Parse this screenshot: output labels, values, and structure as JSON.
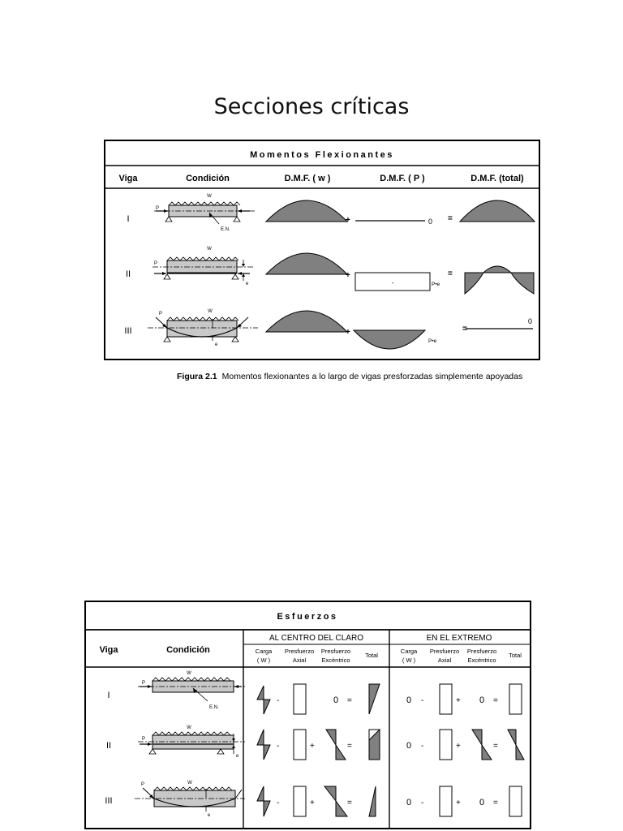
{
  "page": {
    "title": "Secciones críticas"
  },
  "figure1": {
    "title": "Momentos Flexionantes",
    "headers": {
      "viga": "Viga",
      "condicion": "Condición",
      "dmf_w": "D.M.F. ( w )",
      "dmf_p": "D.M.F. ( P )",
      "dmf_total": "D.M.F. (total)"
    },
    "rows": [
      {
        "label": "I",
        "load": "W",
        "force": "P",
        "axis": "E.N.",
        "op_plus": "+",
        "op_eq": "=",
        "p_value": "0",
        "total_value": ""
      },
      {
        "label": "II",
        "load": "W",
        "force": "P",
        "axis": "e",
        "op_plus": "+",
        "op_eq": "=",
        "p_value": "P•e",
        "p_center": "-",
        "total_value": ""
      },
      {
        "label": "III",
        "load": "W",
        "force": "P",
        "axis": "e",
        "op_plus": "+",
        "op_eq": "=",
        "p_value": "P•e",
        "total_value": "0"
      }
    ],
    "caption": {
      "label": "Figura 2.1",
      "text": "Momentos flexionantes a lo largo de vigas presforzadas simplemente apoyadas"
    }
  },
  "figure2": {
    "title": "Esfuerzos",
    "headers": {
      "viga": "Viga",
      "condicion": "Condición",
      "centro": "AL CENTRO DEL CLARO",
      "extremo": "EN EL EXTREMO",
      "carga": "Carga",
      "carga_sub": "( W )",
      "presf_axial": "Presfuerzo",
      "presf_axial_sub": "Axial",
      "presf_exc": "Presfuerzo",
      "presf_exc_sub": "Excéntrico",
      "total": "Total"
    },
    "rows": [
      {
        "label": "I",
        "load": "W",
        "force": "P",
        "axis": "E.N.",
        "centro": {
          "op1": "-",
          "op2": "",
          "exc_value": "0",
          "op3": "="
        },
        "extremo": {
          "carga_value": "0",
          "op1": "-",
          "op2": "+",
          "exc_value": "0",
          "op3": "="
        }
      },
      {
        "label": "II",
        "load": "W",
        "force": "P",
        "axis": "e",
        "centro": {
          "op1": "-",
          "op2": "+",
          "exc_value": "",
          "op3": "="
        },
        "extremo": {
          "carga_value": "0",
          "op1": "-",
          "op2": "+",
          "exc_value": "",
          "op3": "="
        }
      },
      {
        "label": "III",
        "load": "W",
        "force": "P",
        "axis": "e",
        "centro": {
          "op1": "-",
          "op2": "+",
          "exc_value": "",
          "op3": "="
        },
        "extremo": {
          "carga_value": "0",
          "op1": "-",
          "op2": "+",
          "exc_value": "0",
          "op3": "="
        }
      }
    ]
  },
  "colors": {
    "fill": "#808080",
    "line": "#000000"
  }
}
